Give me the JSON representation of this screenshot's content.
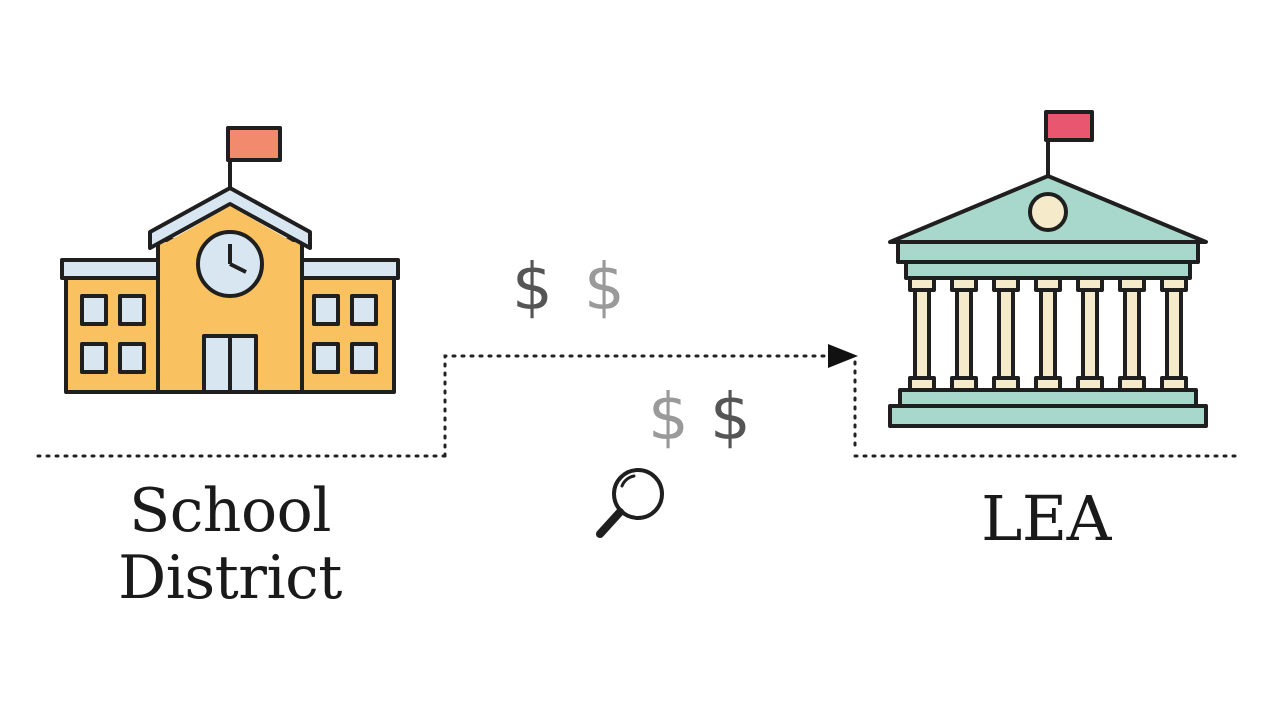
{
  "left_node": {
    "line1": "School",
    "line2": "District"
  },
  "right_node": {
    "label": "LEA"
  },
  "currency_symbols": [
    "$",
    "$",
    "$",
    "$"
  ],
  "icons": [
    "school-building-icon",
    "government-building-icon",
    "magnifying-glass-icon",
    "arrow-head-icon"
  ],
  "colors": {
    "school_wall": "#F9C15F",
    "school_flag": "#F28B6E",
    "lea_flag": "#E8576F",
    "lea_building": "#A8D8CC",
    "lea_columns": "#F5EBCB",
    "outline": "#1F1F1F",
    "dollar_dark": "#555555",
    "dollar_light": "#9A9A9A"
  }
}
